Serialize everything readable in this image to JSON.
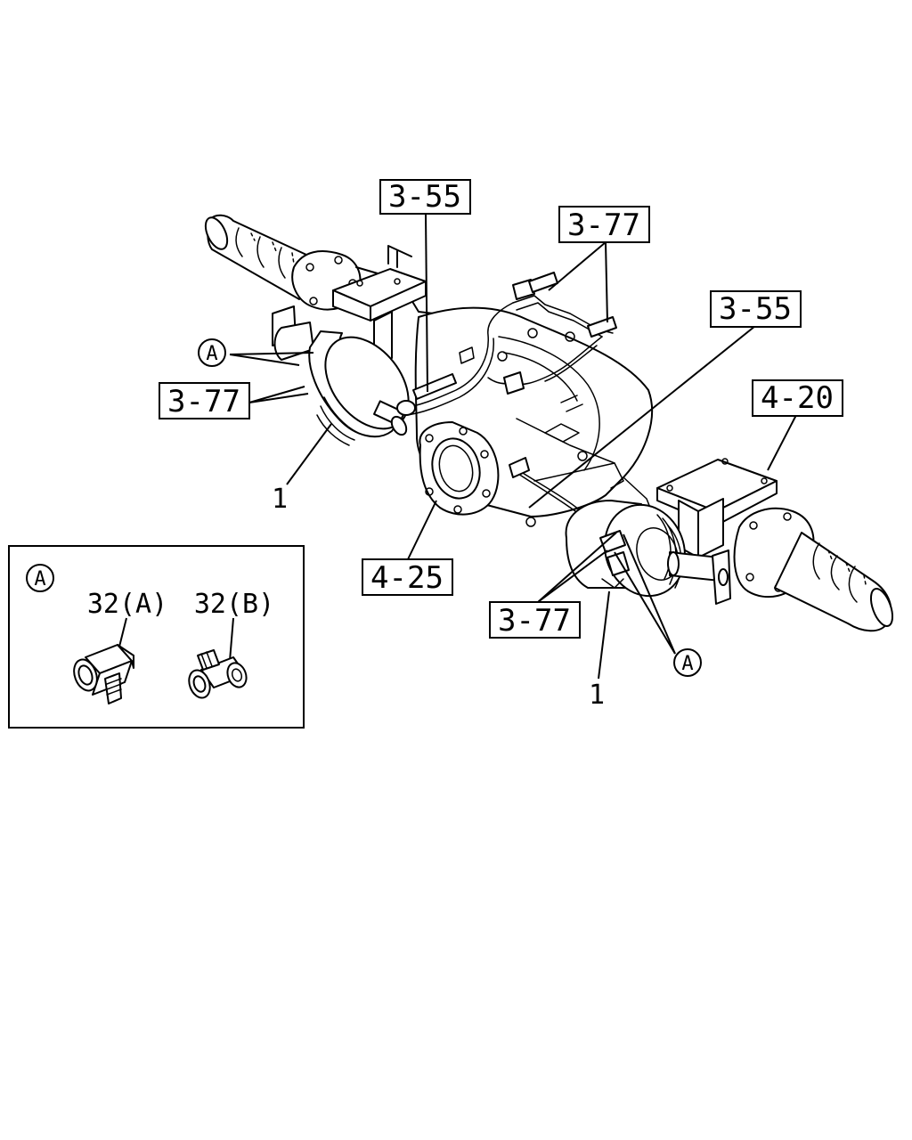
{
  "callouts": {
    "ref_3_55_top": "3-55",
    "ref_3_77_top": "3-77",
    "ref_3_55_right": "3-55",
    "ref_4_20": "4-20",
    "ref_3_77_left": "3-77",
    "ref_4_25": "4-25",
    "ref_3_77_bottom": "3-77",
    "item_1_left": "1",
    "item_1_bottom": "1",
    "marker_a_left": "A",
    "marker_a_right": "A"
  },
  "detail_a": {
    "marker": "A",
    "part_a_label": "32(A)",
    "part_b_label": "32(B)"
  }
}
